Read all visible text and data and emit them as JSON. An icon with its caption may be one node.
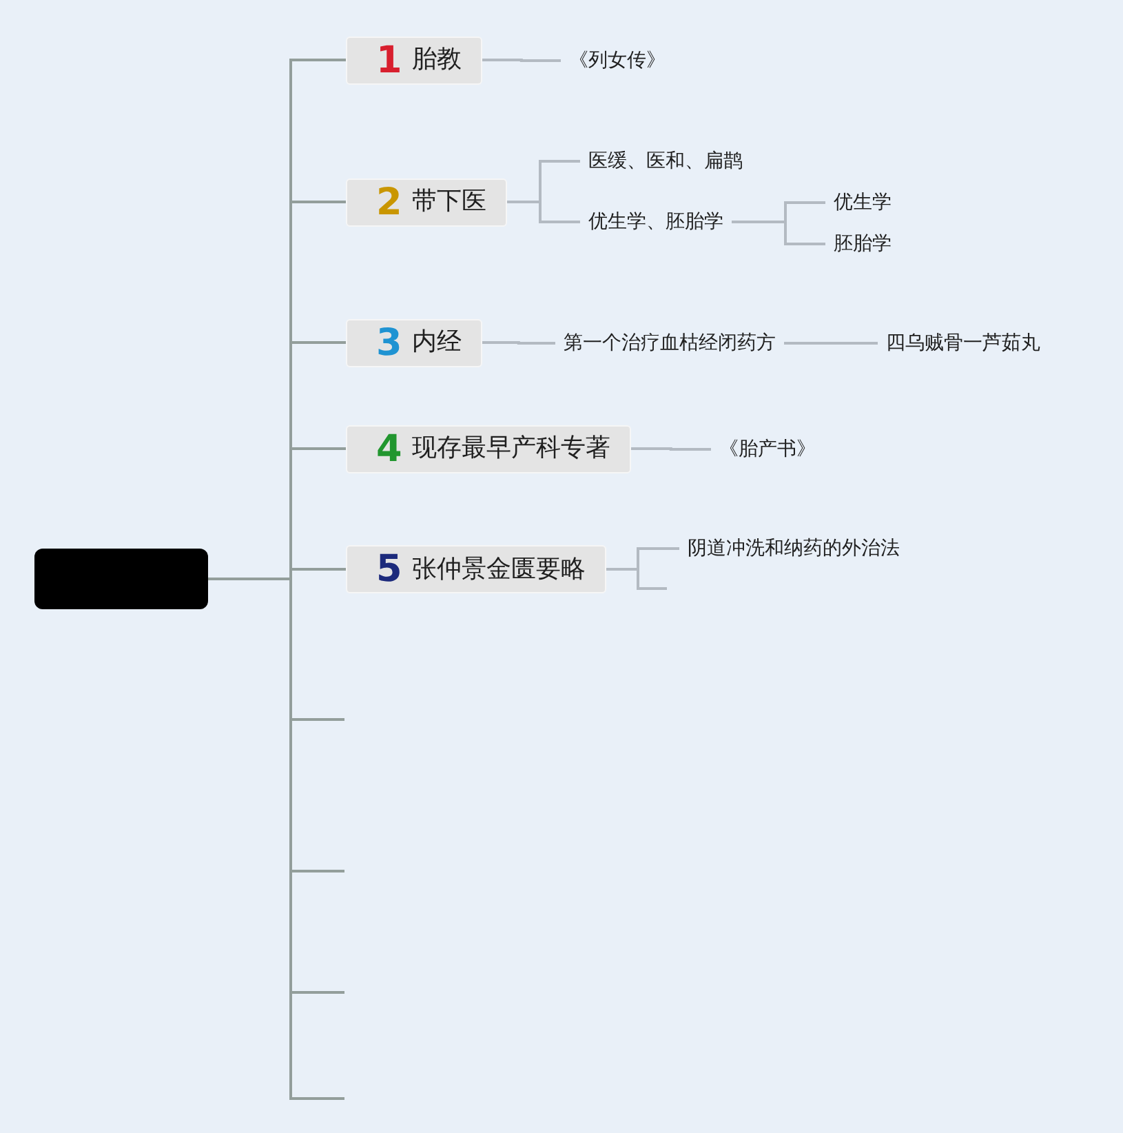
{
  "diagram": {
    "nodes": [
      {
        "text": [],
        "shape": "box"
      },
      {
        "text": [
          "1",
          "胎教"
        ]
      },
      {
        "text": [
          "《列女传》"
        ]
      },
      {
        "text": [
          "2",
          "带下医"
        ]
      },
      {
        "text": [
          "医缓、医和、扁鹊"
        ]
      },
      {
        "text": [
          "优生学、胚胎学"
        ]
      },
      {
        "text": [
          "优生学"
        ]
      },
      {
        "text": [
          "胚胎学"
        ]
      },
      {
        "text": [
          "3",
          "内经"
        ]
      },
      {
        "text": [
          "第一个治疗血枯经闭药方"
        ]
      },
      {
        "text": [
          "四乌贼骨一芦茹丸"
        ]
      },
      {
        "text": [
          "4",
          "现存最早产科专著"
        ]
      },
      {
        "text": [
          "《胎产书》"
        ]
      },
      {
        "text": [
          "5",
          "张仲景金匮要略"
        ]
      },
      {
        "text": [
          "阴道冲洗和纳药的外治法"
        ]
      }
    ],
    "edges": [
      {
        "from": 0,
        "to": 1,
        "arrow": "none"
      },
      {
        "from": 0,
        "to": 3,
        "arrow": "none"
      },
      {
        "from": 0,
        "to": 8,
        "arrow": "none"
      },
      {
        "from": 0,
        "to": 11,
        "arrow": "none"
      },
      {
        "from": 0,
        "to": 13,
        "arrow": "none"
      },
      {
        "from": 0,
        "to": null,
        "arrow": "none"
      },
      {
        "from": 0,
        "to": null,
        "arrow": "none"
      },
      {
        "from": 0,
        "to": null,
        "arrow": "none"
      },
      {
        "from": 0,
        "to": null,
        "arrow": "none"
      },
      {
        "from": 1,
        "to": 2,
        "arrow": "none"
      },
      {
        "from": 3,
        "to": 4,
        "arrow": "none"
      },
      {
        "from": 3,
        "to": 5,
        "arrow": "none"
      },
      {
        "from": 5,
        "to": 6,
        "arrow": "none"
      },
      {
        "from": 5,
        "to": 7,
        "arrow": "none"
      },
      {
        "from": 8,
        "to": 9,
        "arrow": "none"
      },
      {
        "from": 9,
        "to": 10,
        "arrow": "none"
      },
      {
        "from": 11,
        "to": 12,
        "arrow": "none"
      },
      {
        "from": 13,
        "to": 14,
        "arrow": "none"
      },
      {
        "from": 13,
        "to": null,
        "arrow": "none"
      }
    ]
  }
}
